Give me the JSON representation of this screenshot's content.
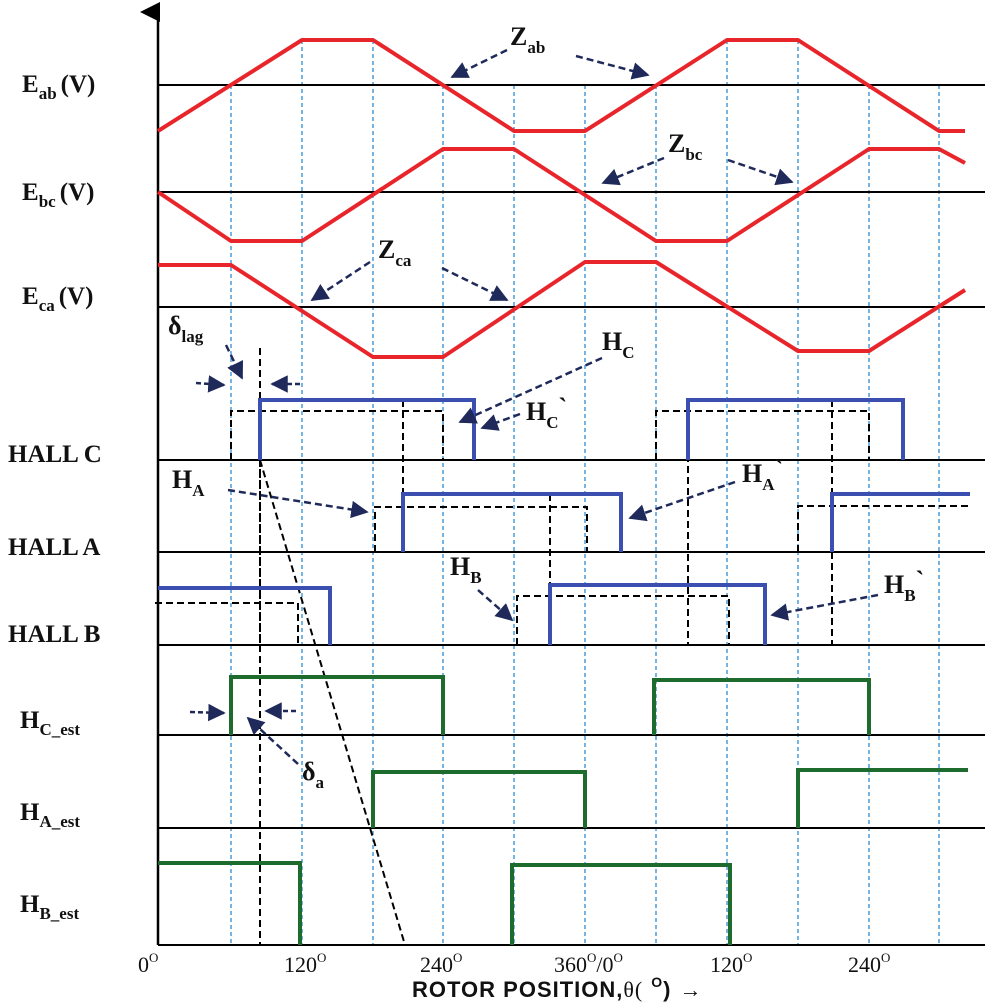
{
  "row_labels": {
    "eab": {
      "main": "E",
      "sub": "ab",
      "unit": "(V)"
    },
    "ebc": {
      "main": "E",
      "sub": "bc",
      "unit": "(V)"
    },
    "eca": {
      "main": "E",
      "sub": "ca",
      "unit": "(V)"
    },
    "hall_c": "HALL C",
    "hall_a": "HALL A",
    "hall_b": "HALL B",
    "hc_est": {
      "main": "H",
      "sub": "C_est"
    },
    "ha_est": {
      "main": "H",
      "sub": "A_est"
    },
    "hb_est": {
      "main": "H",
      "sub": "B_est"
    }
  },
  "annotations": {
    "zab": {
      "main": "Z",
      "sub": "ab"
    },
    "zbc": {
      "main": "Z",
      "sub": "bc"
    },
    "zca": {
      "main": "Z",
      "sub": "ca"
    },
    "delta_lag": {
      "main": "δ",
      "sub": "lag"
    },
    "delta_a": {
      "main": "δ",
      "sub": "a"
    },
    "hc": {
      "main": "H",
      "sub": "C"
    },
    "hc_prime": {
      "main": "H",
      "sub": "C",
      "prime": "`"
    },
    "ha": {
      "main": "H",
      "sub": "A"
    },
    "ha_prime": {
      "main": "H",
      "sub": "A",
      "prime": "`"
    },
    "hb": {
      "main": "H",
      "sub": "B"
    },
    "hb_prime": {
      "main": "H",
      "sub": "B",
      "prime": "`"
    }
  },
  "x_ticks": [
    {
      "text": "0",
      "sup": "O"
    },
    {
      "text": "120",
      "sup": "O"
    },
    {
      "text": "240",
      "sup": "O"
    },
    {
      "text": "360",
      "sup": "O",
      "text2": "/0",
      "sup2": "O"
    },
    {
      "text": "120",
      "sup": "O"
    },
    {
      "text": "240",
      "sup": "O"
    }
  ],
  "x_axis_title": {
    "text": "ROTOR POSITION,",
    "theta": "θ(",
    "sup": "O",
    "close": ")",
    "arrow": "→"
  },
  "colors": {
    "back_emf": "#e8252b",
    "hall_actual": "#3a4fb0",
    "hall_estimated": "#1e6b2e",
    "hall_ideal": "#000000",
    "grid": "#4a9bd8",
    "annotation_arrow": "#1f2a5a"
  }
}
